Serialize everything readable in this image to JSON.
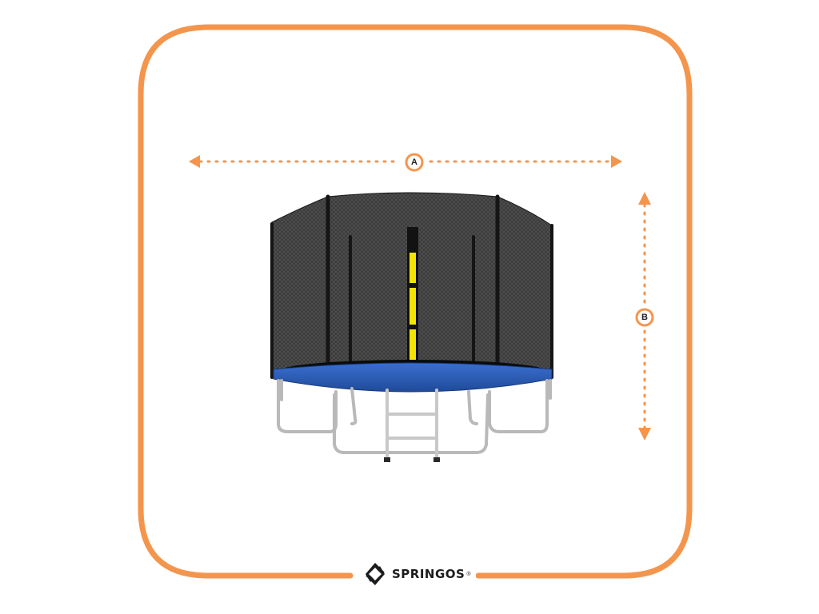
{
  "dimensions": {
    "width_marker": "A",
    "height_marker": "B"
  },
  "brand": {
    "name": "SPRINGOS",
    "trademark": "®",
    "logo_icon": "springos-logo-icon"
  },
  "product": {
    "name": "",
    "icon": "trampoline-with-safety-net"
  },
  "colors": {
    "frame_border": "#f4954d",
    "dimension_arrows": "#f4954d",
    "pad": "#2f5fb8",
    "net": "#3a3a3a",
    "ladder_steel": "#c8c8c8",
    "door_zipper": "#f2e600"
  }
}
